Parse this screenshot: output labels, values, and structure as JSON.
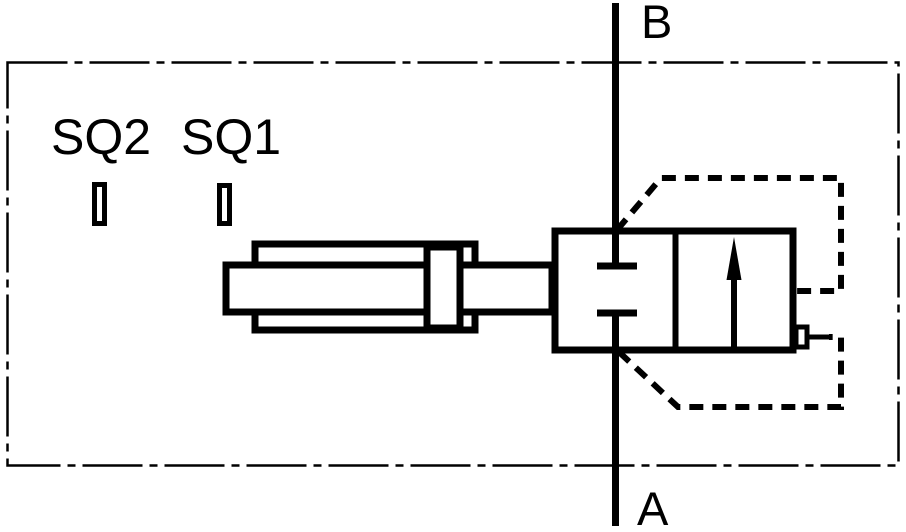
{
  "diagram": {
    "type": "hydraulic-schematic",
    "labels": {
      "switch_2": "SQ2",
      "switch_1": "SQ1",
      "port_top": "B",
      "port_bottom": "A"
    },
    "colors": {
      "line": "#000000",
      "background": "#ffffff"
    }
  }
}
